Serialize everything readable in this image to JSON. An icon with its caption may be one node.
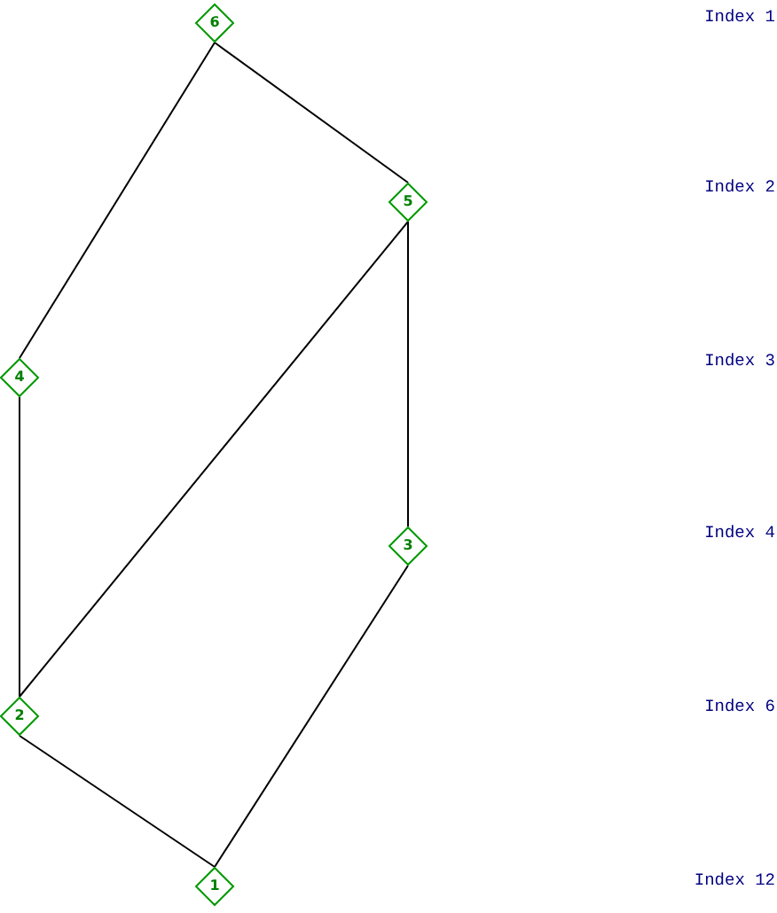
{
  "diagram": {
    "nodes": [
      {
        "text": [
          "6"
        ]
      },
      {
        "text": [
          "5"
        ]
      },
      {
        "text": [
          "4"
        ]
      },
      {
        "text": [
          "3"
        ]
      },
      {
        "text": [
          "2"
        ]
      },
      {
        "text": [
          "1"
        ]
      }
    ],
    "edges": [
      {
        "from": 0,
        "to": 2,
        "arrow": "none"
      },
      {
        "from": 0,
        "to": 1,
        "arrow": "none"
      },
      {
        "from": 1,
        "to": 4,
        "arrow": "none"
      },
      {
        "from": 1,
        "to": 3,
        "arrow": "none"
      },
      {
        "from": 2,
        "to": 4,
        "arrow": "none"
      },
      {
        "from": 4,
        "to": 5,
        "arrow": "none"
      },
      {
        "from": 3,
        "to": 5,
        "arrow": "none"
      }
    ],
    "labels": [
      "Index 1",
      "Index 2",
      "Index 3",
      "Index 4",
      "Index 6",
      "Index 12"
    ]
  }
}
